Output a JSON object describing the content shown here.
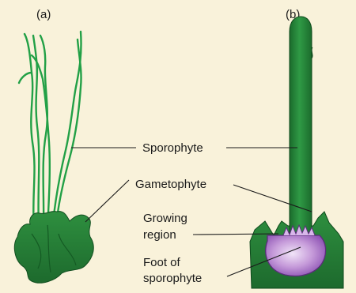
{
  "panels": {
    "a": {
      "label": "(a)"
    },
    "b": {
      "label": "(b)"
    }
  },
  "callouts": {
    "sporophyte": "Sporophyte",
    "gametophyte": "Gametophyte",
    "growing_region_line1": "Growing",
    "growing_region_line2": "region",
    "foot_line1": "Foot of",
    "foot_line2": "sporophyte"
  },
  "colors": {
    "background": "#f9f2da",
    "plant_green": "#2e8b3c",
    "plant_dark": "#1f6b2e",
    "sporophyte_stroke": "#22a046",
    "foot_purple": "#a36cc7",
    "foot_light": "#e6d3f2"
  }
}
